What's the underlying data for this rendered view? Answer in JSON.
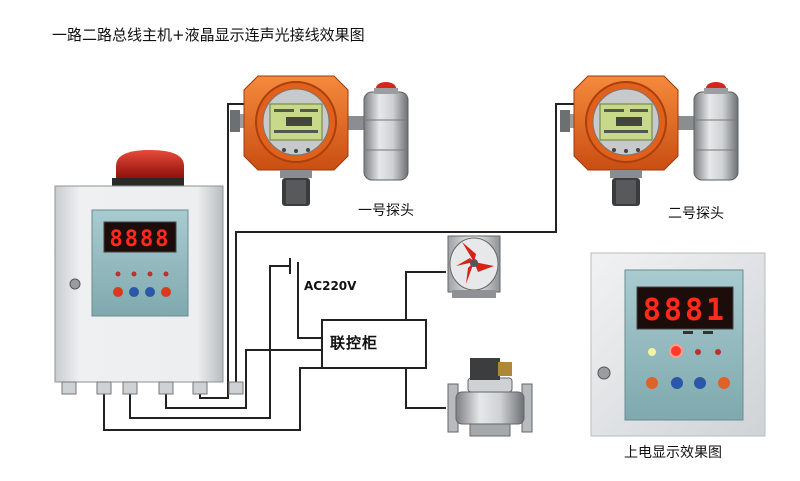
{
  "diagram": {
    "title": "一路二路总线主机+液晶显示连声光接线效果图",
    "probe1_label": "一号探头",
    "probe2_label": "二号探头",
    "power_label": "AC220V",
    "cabinet_label": "联控柜",
    "caption": "上电显示效果图",
    "main_display_digits": "8888",
    "inset_display_digits": "8881"
  },
  "colors": {
    "housing_orange": "#e8641e",
    "lamp_red": "#c81e14",
    "led_red": "#ff2a1a",
    "panel_teal": "#8fb8bd",
    "wire": "#222222"
  }
}
